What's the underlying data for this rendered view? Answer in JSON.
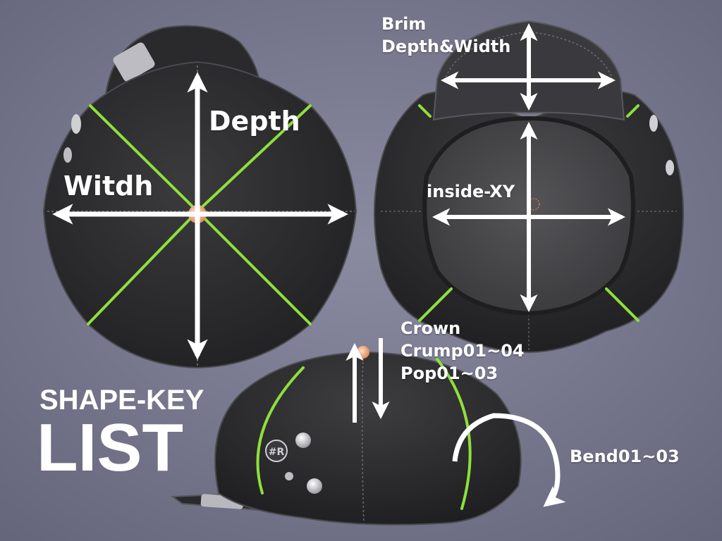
{
  "title": {
    "line1": "SHAPE-KEY",
    "line2": "LIST"
  },
  "labels": {
    "depth": "Depth",
    "width": "Witdh",
    "brim": "Brim",
    "brim_dims": "Depth&Width",
    "inside": "inside-XY",
    "crown": "Crown",
    "crump": "Crump01~04",
    "pop": "Pop01~03",
    "bend": "Bend01~03"
  },
  "badge_text": "#R",
  "colors": {
    "background": "#7a7b90",
    "cap_body": "#2e2e30",
    "seam_accent": "#8ee03a",
    "button": "#f0a77a",
    "arrow": "#ffffff"
  }
}
